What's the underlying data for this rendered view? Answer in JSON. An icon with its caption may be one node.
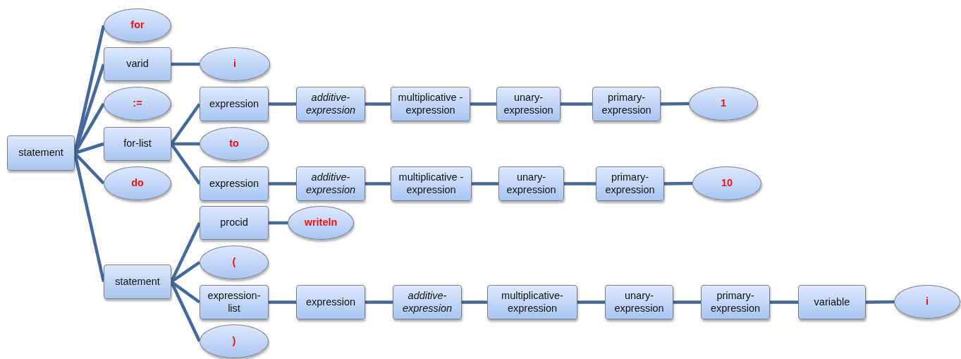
{
  "diagram": {
    "nodes": [
      {
        "text": [
          "statement"
        ]
      },
      {
        "text": [
          "for"
        ]
      },
      {
        "text": [
          "varid"
        ]
      },
      {
        "text": [
          "i"
        ]
      },
      {
        "text": [
          ":="
        ]
      },
      {
        "text": [
          "for-list"
        ]
      },
      {
        "text": [
          "expression"
        ]
      },
      {
        "text": [
          "additive-expression"
        ]
      },
      {
        "text": [
          "multiplicative -expression"
        ]
      },
      {
        "text": [
          "unary-expression"
        ]
      },
      {
        "text": [
          "primary-expression"
        ]
      },
      {
        "text": [
          "1"
        ]
      },
      {
        "text": [
          "to"
        ]
      },
      {
        "text": [
          "expression"
        ]
      },
      {
        "text": [
          "additive-expression"
        ]
      },
      {
        "text": [
          "multiplicative -expression"
        ]
      },
      {
        "text": [
          "unary-expression"
        ]
      },
      {
        "text": [
          "primary-expression"
        ]
      },
      {
        "text": [
          "10"
        ]
      },
      {
        "text": [
          "do"
        ]
      },
      {
        "text": [
          "statement"
        ]
      },
      {
        "text": [
          "procid"
        ]
      },
      {
        "text": [
          "writeln"
        ]
      },
      {
        "text": [
          "("
        ]
      },
      {
        "text": [
          "expression-list"
        ]
      },
      {
        "text": [
          "expression"
        ]
      },
      {
        "text": [
          "additive-expression"
        ]
      },
      {
        "text": [
          "multiplicative-expression"
        ]
      },
      {
        "text": [
          "unary-expression"
        ]
      },
      {
        "text": [
          "primary-expression"
        ]
      },
      {
        "text": [
          "variable"
        ]
      },
      {
        "text": [
          "i"
        ]
      },
      {
        "text": [
          ")"
        ]
      }
    ],
    "edges": [
      {
        "from": 0,
        "to": 1,
        "arrow": "none"
      },
      {
        "from": 0,
        "to": 2,
        "arrow": "none"
      },
      {
        "from": 0,
        "to": 4,
        "arrow": "none"
      },
      {
        "from": 0,
        "to": 5,
        "arrow": "none"
      },
      {
        "from": 0,
        "to": 19,
        "arrow": "none"
      },
      {
        "from": 0,
        "to": 20,
        "arrow": "none"
      },
      {
        "from": 2,
        "to": 3,
        "arrow": "none"
      },
      {
        "from": 5,
        "to": 6,
        "arrow": "none"
      },
      {
        "from": 5,
        "to": 12,
        "arrow": "none"
      },
      {
        "from": 5,
        "to": 13,
        "arrow": "none"
      },
      {
        "from": 6,
        "to": 7,
        "arrow": "none"
      },
      {
        "from": 7,
        "to": 8,
        "arrow": "none"
      },
      {
        "from": 8,
        "to": 9,
        "arrow": "none"
      },
      {
        "from": 9,
        "to": 10,
        "arrow": "none"
      },
      {
        "from": 10,
        "to": 11,
        "arrow": "none"
      },
      {
        "from": 13,
        "to": 14,
        "arrow": "none"
      },
      {
        "from": 14,
        "to": 15,
        "arrow": "none"
      },
      {
        "from": 15,
        "to": 16,
        "arrow": "none"
      },
      {
        "from": 16,
        "to": 17,
        "arrow": "none"
      },
      {
        "from": 17,
        "to": 18,
        "arrow": "none"
      },
      {
        "from": 20,
        "to": 21,
        "arrow": "none"
      },
      {
        "from": 20,
        "to": 23,
        "arrow": "none"
      },
      {
        "from": 20,
        "to": 24,
        "arrow": "none"
      },
      {
        "from": 20,
        "to": 32,
        "arrow": "none"
      },
      {
        "from": 21,
        "to": 22,
        "arrow": "none"
      },
      {
        "from": 24,
        "to": 25,
        "arrow": "none"
      },
      {
        "from": 25,
        "to": 26,
        "arrow": "none"
      },
      {
        "from": 26,
        "to": 27,
        "arrow": "none"
      },
      {
        "from": 27,
        "to": 28,
        "arrow": "none"
      },
      {
        "from": 28,
        "to": 29,
        "arrow": "none"
      },
      {
        "from": 29,
        "to": 30,
        "arrow": "none"
      },
      {
        "from": 30,
        "to": 31,
        "arrow": "none"
      }
    ]
  }
}
